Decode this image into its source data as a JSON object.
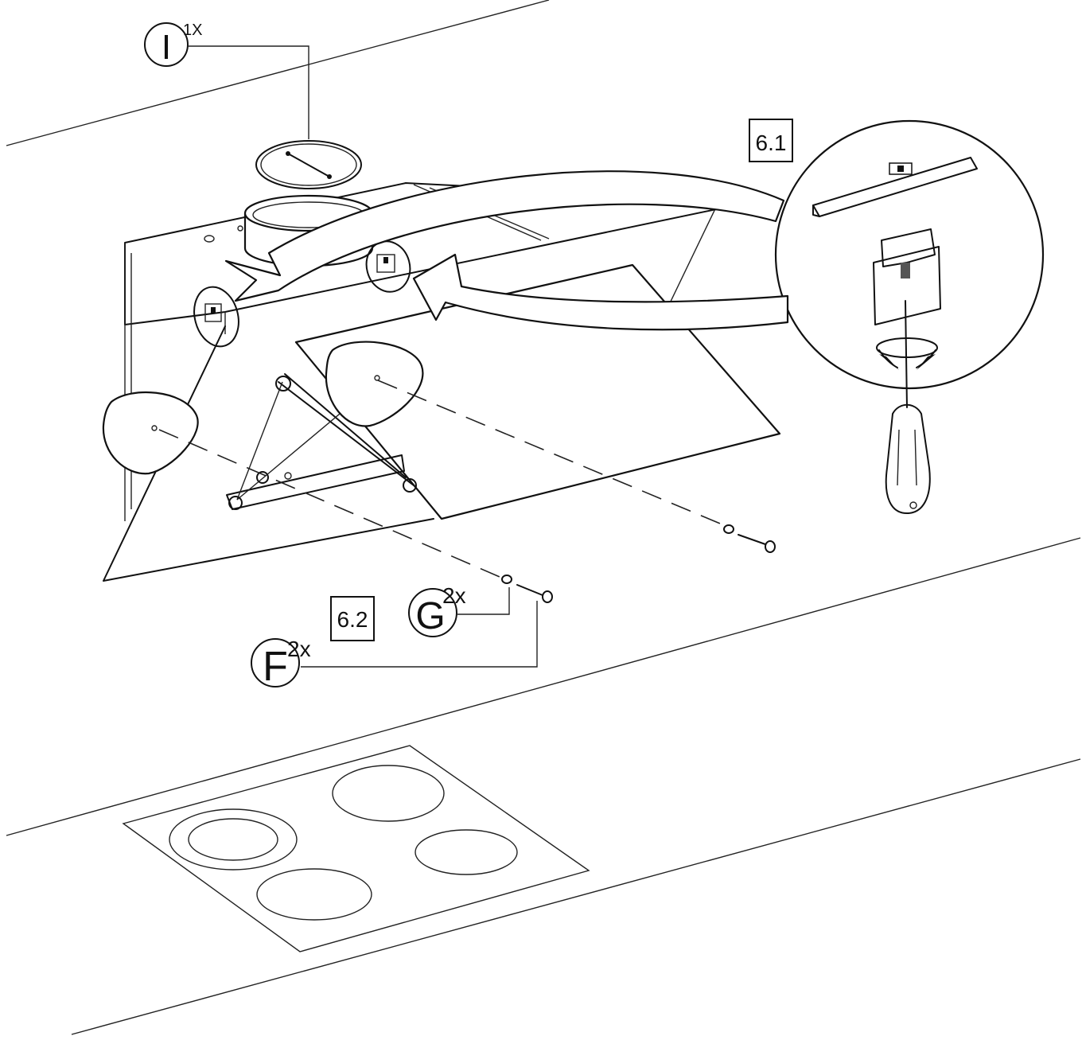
{
  "callouts": {
    "part_i": {
      "letter": "I",
      "qty": "1X"
    },
    "part_f": {
      "letter": "F",
      "qty": "2x"
    },
    "part_g": {
      "letter": "G",
      "qty": "2x"
    }
  },
  "steps": {
    "step_1": "6.1",
    "step_2": "6.2"
  }
}
